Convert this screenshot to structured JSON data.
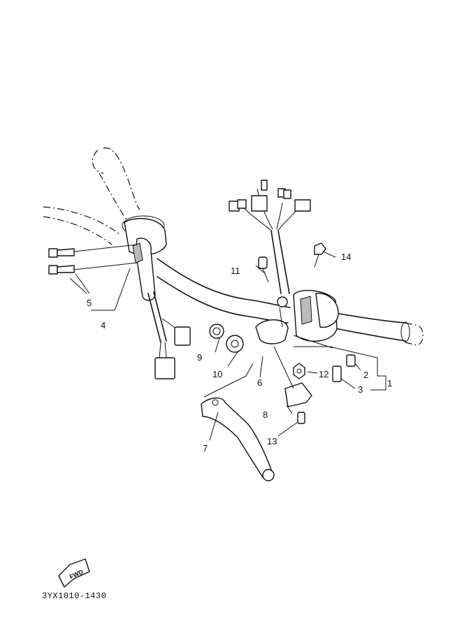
{
  "diagram": {
    "callouts": [
      {
        "id": "1",
        "label": "1"
      },
      {
        "id": "2",
        "label": "2"
      },
      {
        "id": "3",
        "label": "3"
      },
      {
        "id": "4",
        "label": "4"
      },
      {
        "id": "5",
        "label": "5"
      },
      {
        "id": "6",
        "label": "6"
      },
      {
        "id": "7",
        "label": "7"
      },
      {
        "id": "8",
        "label": "8"
      },
      {
        "id": "9",
        "label": "9"
      },
      {
        "id": "10",
        "label": "10"
      },
      {
        "id": "11",
        "label": "11"
      },
      {
        "id": "12",
        "label": "12"
      },
      {
        "id": "13",
        "label": "13"
      },
      {
        "id": "14",
        "label": "14"
      }
    ],
    "fwd_label": "FWD",
    "drawing_code": "3YX1010-1430"
  }
}
